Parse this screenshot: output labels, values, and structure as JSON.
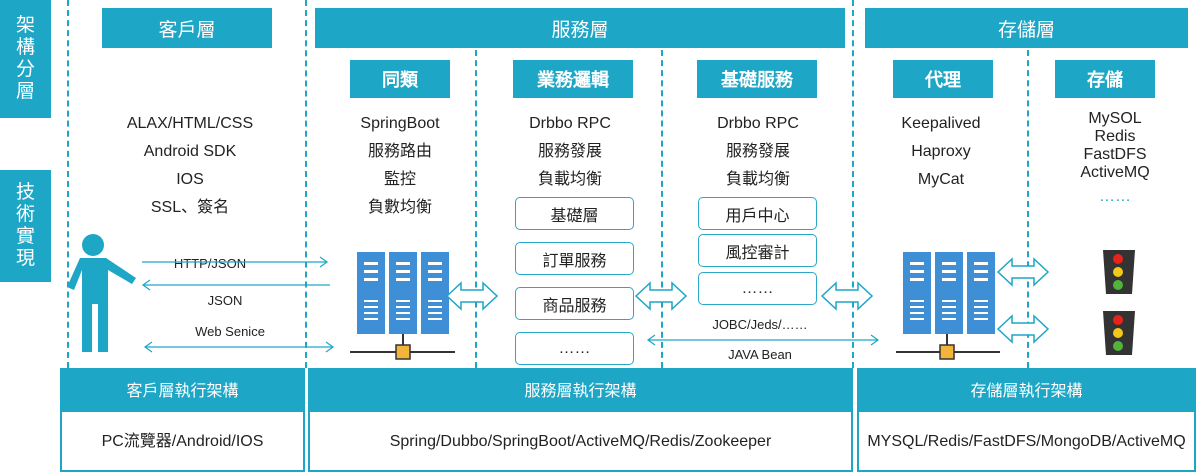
{
  "side": {
    "layer": "架構分層",
    "impl": "技術實現"
  },
  "headers": {
    "client": "客戶層",
    "service": "服務層",
    "storage": "存儲層"
  },
  "subheaders": {
    "sync": "同類",
    "business": "業務邏輯",
    "base": "基礎服務",
    "proxy": "代理",
    "store": "存儲"
  },
  "client_tech": [
    "ALAX/HTML/CSS",
    "Android SDK",
    "IOS",
    "SSL、簽名"
  ],
  "sync_tech": [
    "SpringBoot",
    "服務路由",
    "監控",
    "負數均衡"
  ],
  "business_tech": [
    "Drbbo RPC",
    "服務發展",
    "負載均衡"
  ],
  "business_boxes": [
    "基礎層",
    "訂單服務",
    "商品服務",
    "……"
  ],
  "base_tech": [
    "Drbbo RPC",
    "服務發展",
    "負載均衡"
  ],
  "base_boxes": [
    "用戶中心",
    "風控審計",
    "……"
  ],
  "proxy_tech": [
    "Keepalived",
    "Haproxy",
    "MyCat"
  ],
  "store_tech": [
    "MySOL",
    "Redis",
    "FastDFS",
    "ActiveMQ",
    "……"
  ],
  "flows": {
    "http_json": "HTTP/JSON",
    "json": "JSON",
    "web": "Web Senice",
    "jdbc": "JOBC/Jeds/……",
    "java_bean": "JAVA Bean"
  },
  "footer": {
    "client_title": "客戶層執行架構",
    "client_value": "PC流覽器/Android/IOS",
    "service_title": "服務層執行架構",
    "service_value": "Spring/Dubbo/SpringBoot/ActiveMQ/Redis/Zookeeper",
    "storage_title": "存儲層執行架構",
    "storage_value": "MYSQL/Redis/FastDFS/MongoDB/ActiveMQ"
  },
  "colors": {
    "accent": "#1ea6c6",
    "server": "#3e8fd6",
    "light_red": "#e8231c",
    "light_yellow": "#f3c81b",
    "light_green": "#52b33a"
  }
}
